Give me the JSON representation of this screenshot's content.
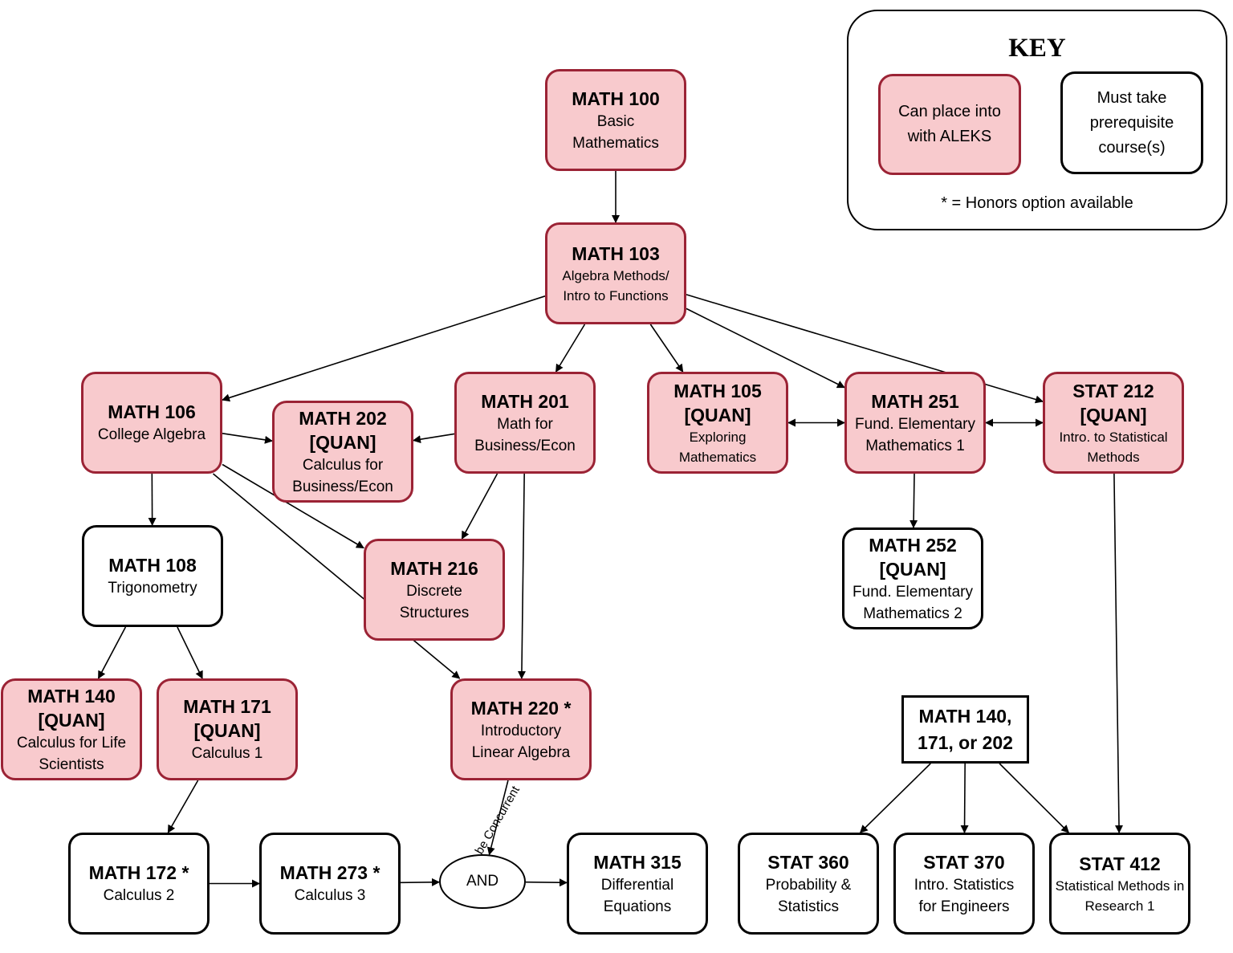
{
  "key": {
    "title": "KEY",
    "aleks_label": "Can place into with ALEKS",
    "prereq_label": "Must take prerequisite course(s)",
    "honors_note": "* = Honors option available",
    "colors": {
      "aleks_fill": "#f8cacd",
      "aleks_border": "#9b2335",
      "prereq_border": "#000000"
    }
  },
  "courses": {
    "m100": {
      "code": "MATH 100",
      "name": "Basic Mathematics"
    },
    "m103": {
      "code": "MATH 103",
      "name": "Algebra Methods/ Intro to Functions"
    },
    "m106": {
      "code": "MATH 106",
      "name": "College Algebra"
    },
    "m202": {
      "code": "MATH 202 [QUAN]",
      "name": "Calculus for Business/Econ"
    },
    "m201": {
      "code": "MATH 201",
      "name": "Math for Business/Econ"
    },
    "m105": {
      "code": "MATH 105 [QUAN]",
      "name": "Exploring Mathematics"
    },
    "m251": {
      "code": "MATH 251",
      "name": "Fund. Elementary Mathematics 1"
    },
    "s212": {
      "code": "STAT 212 [QUAN]",
      "name": "Intro. to Statistical Methods"
    },
    "m108": {
      "code": "MATH 108",
      "name": "Trigonometry"
    },
    "m216": {
      "code": "MATH 216",
      "name": "Discrete Structures"
    },
    "m252": {
      "code": "MATH 252 [QUAN]",
      "name": "Fund. Elementary Mathematics 2"
    },
    "m140": {
      "code": "MATH 140 [QUAN]",
      "name": "Calculus for Life Scientists"
    },
    "m171": {
      "code": "MATH 171 [QUAN]",
      "name": "Calculus 1"
    },
    "m220": {
      "code": "MATH 220 *",
      "name": "Introductory Linear Algebra"
    },
    "mgrp": {
      "code": "MATH 140, 171, or 202"
    },
    "m172": {
      "code": "MATH 172 *",
      "name": "Calculus 2"
    },
    "m273": {
      "code": "MATH 273 *",
      "name": "Calculus 3"
    },
    "m315": {
      "code": "MATH 315",
      "name": "Differential Equations"
    },
    "s360": {
      "code": "STAT 360",
      "name": "Probability & Statistics"
    },
    "s370": {
      "code": "STAT 370",
      "name": "Intro. Statistics for Engineers"
    },
    "s412": {
      "code": "STAT 412",
      "name": "Statistical Methods in Research 1"
    }
  },
  "and_label": "AND",
  "concurrent_label": "May be Concurrent",
  "edges": [
    [
      "m100",
      "m103",
      "directed"
    ],
    [
      "m103",
      "m106",
      "directed"
    ],
    [
      "m103",
      "m201",
      "directed"
    ],
    [
      "m103",
      "m105",
      "directed"
    ],
    [
      "m103",
      "m251",
      "directed"
    ],
    [
      "m103",
      "s212",
      "directed"
    ],
    [
      "m106",
      "m202",
      "directed"
    ],
    [
      "m201",
      "m202",
      "directed"
    ],
    [
      "m106",
      "m108",
      "directed"
    ],
    [
      "m106",
      "m216",
      "directed"
    ],
    [
      "m106",
      "m220",
      "directed"
    ],
    [
      "m201",
      "m216",
      "directed"
    ],
    [
      "m201",
      "m220",
      "directed"
    ],
    [
      "m105",
      "m251",
      "bidirectional"
    ],
    [
      "m251",
      "s212",
      "bidirectional"
    ],
    [
      "m251",
      "m252",
      "directed"
    ],
    [
      "m108",
      "m140",
      "directed"
    ],
    [
      "m108",
      "m171",
      "directed"
    ],
    [
      "m171",
      "m172",
      "directed"
    ],
    [
      "m172",
      "m273",
      "directed"
    ],
    [
      "m273",
      "and",
      "directed"
    ],
    [
      "m220",
      "and",
      "directed"
    ],
    [
      "and",
      "m315",
      "directed"
    ],
    [
      "mgrp",
      "s360",
      "directed"
    ],
    [
      "mgrp",
      "s370",
      "directed"
    ],
    [
      "mgrp",
      "s412",
      "directed"
    ],
    [
      "s212",
      "s412",
      "directed"
    ]
  ]
}
